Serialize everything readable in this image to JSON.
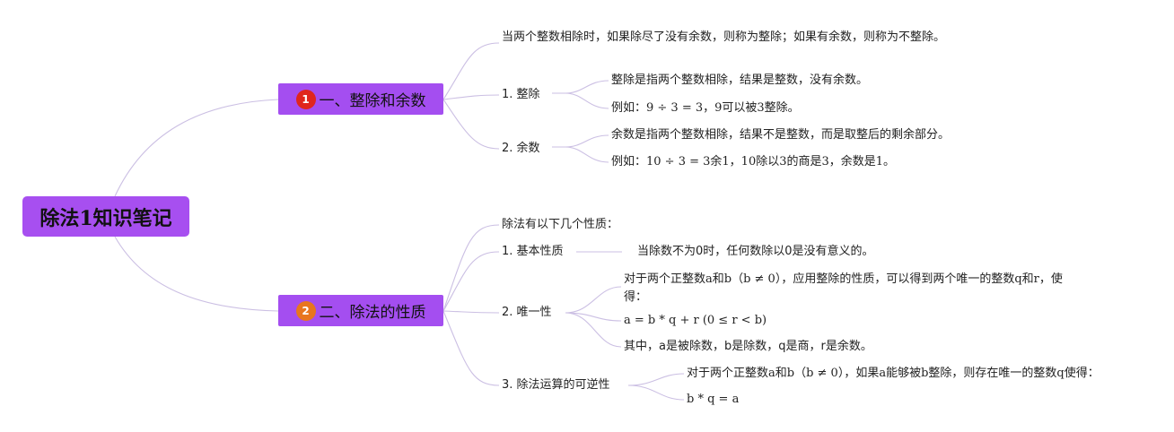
{
  "root": {
    "label": "除法1知识笔记"
  },
  "branches": [
    {
      "label": "一、整除和余数",
      "badge": {
        "text": "1",
        "color": "#e0261d"
      },
      "intro": "当两个整数相除时，如果除尽了没有余数，则称为整除；如果有余数，则称为不整除。",
      "subs": [
        {
          "label": "1. 整除",
          "details": [
            "整除是指两个整数相除，结果是整数，没有余数。",
            "例如：9 ÷ 3 = 3，9可以被3整除。"
          ]
        },
        {
          "label": "2. 余数",
          "details": [
            "余数是指两个整数相除，结果不是整数，而是取整后的剩余部分。",
            "例如：10 ÷ 3 = 3余1，10除以3的商是3，余数是1。"
          ]
        }
      ]
    },
    {
      "label": "二、除法的性质",
      "badge": {
        "text": "2",
        "color": "#e8761f"
      },
      "intro": "除法有以下几个性质：",
      "subs": [
        {
          "label": "1. 基本性质",
          "details": [
            "当除数不为0时，任何数除以0是没有意义的。"
          ]
        },
        {
          "label": "2. 唯一性",
          "details": [
            "对于两个正整数a和b（b ≠ 0），应用整除的性质，可以得到两个唯一的整数q和r，使得：",
            "a = b * q + r (0 ≤ r < b)",
            "其中，a是被除数，b是除数，q是商，r是余数。"
          ]
        },
        {
          "label": "3. 除法运算的可逆性",
          "details": [
            "对于两个正整数a和b（b ≠ 0），如果a能够被b整除，则存在唯一的整数q使得：",
            "b * q = a"
          ]
        }
      ]
    }
  ]
}
